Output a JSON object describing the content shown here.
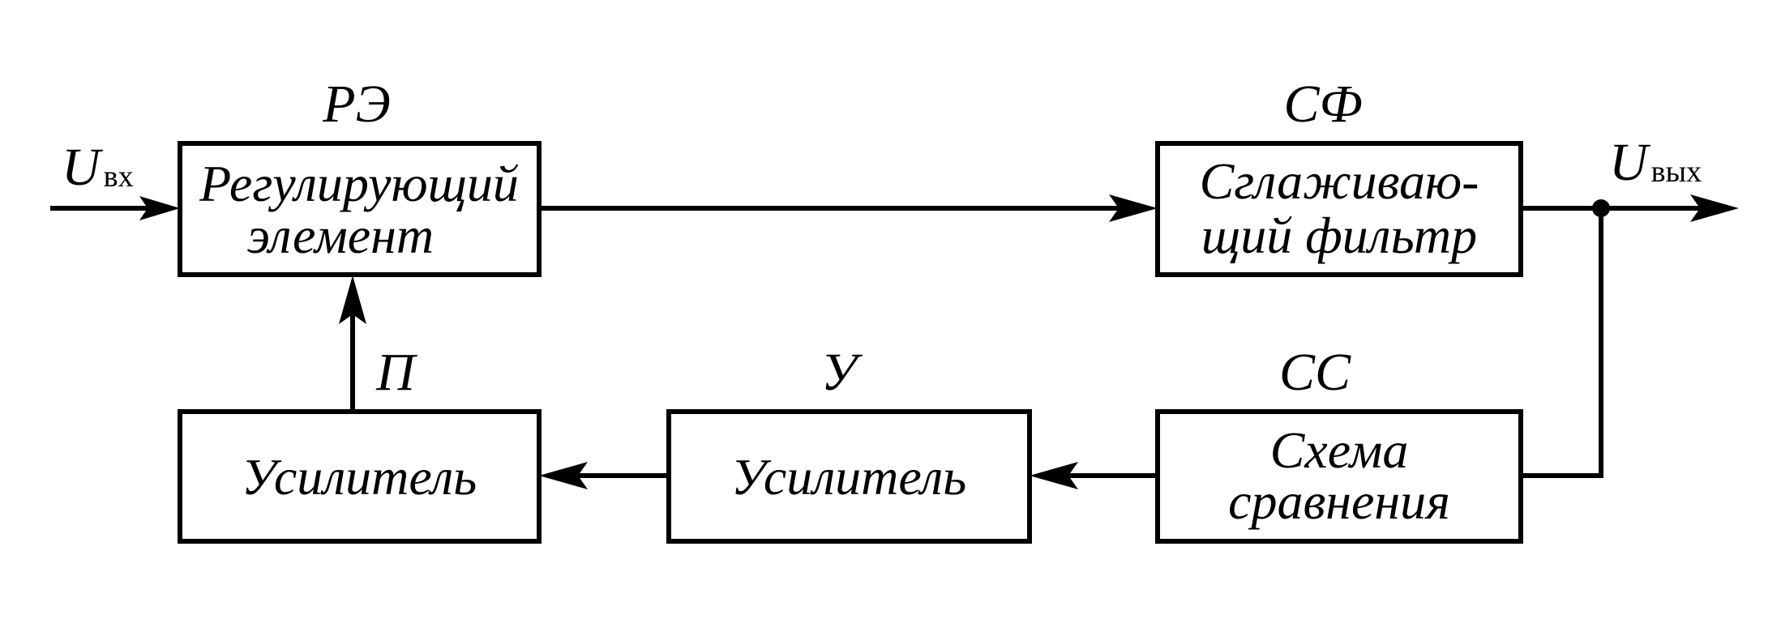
{
  "blocks": {
    "re": {
      "tag": "РЭ",
      "line1": "Регулирующий",
      "line2": "элемент"
    },
    "sf": {
      "tag": "СФ",
      "line1": "Сглаживаю-",
      "line2": "щий фильтр"
    },
    "ss": {
      "tag": "СС",
      "line1": "Схема",
      "line2": "сравнения"
    },
    "u": {
      "tag": "У",
      "label": "Усилитель"
    },
    "p": {
      "tag": "П",
      "label": "Усилитель"
    }
  },
  "signals": {
    "input_main": "U",
    "input_sub": "вх",
    "output_main": "U",
    "output_sub": "вых"
  }
}
